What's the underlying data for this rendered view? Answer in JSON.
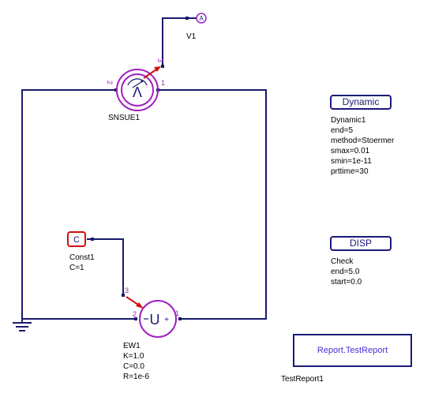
{
  "colors": {
    "wire": "#1a1a6e",
    "component": "#a020c0",
    "arrow": "#d01010",
    "const_border": "#d01010",
    "box_text": "#1a1a7a",
    "report_text": "#4b2bd6"
  },
  "icons": {
    "ground": "ground-icon",
    "meter": "ammeter-gauge-icon",
    "voltage_source": "voltage-source-icon",
    "terminal": "terminal-circle-icon"
  },
  "terminal": {
    "name": "V1",
    "symbol": "A"
  },
  "sensor": {
    "name": "SNSUE1",
    "symbol": "V",
    "pin_left": "2",
    "pin_right": "1",
    "pin_out": "3"
  },
  "source": {
    "name": "EW1",
    "symbol": "U",
    "plus": "+",
    "pin_left": "2",
    "pin_right": "1",
    "pin_in": "3",
    "params": [
      "K=1.0",
      "C=0.0",
      "R=1e-6"
    ]
  },
  "constant": {
    "symbol": "C",
    "name": "Const1",
    "params": [
      "C=1"
    ]
  },
  "dynamic_block": {
    "label": "Dynamic",
    "name": "Dynamic1",
    "params": [
      "end=5",
      "method=Stoermer",
      "smax=0.01",
      "smin=1e-11",
      "prttime=30"
    ]
  },
  "disp_block": {
    "label": "DISP",
    "name": "Check",
    "params": [
      "end=5.0",
      "start=0.0"
    ]
  },
  "report": {
    "label": "Report.TestReport",
    "name": "TestReport1"
  }
}
